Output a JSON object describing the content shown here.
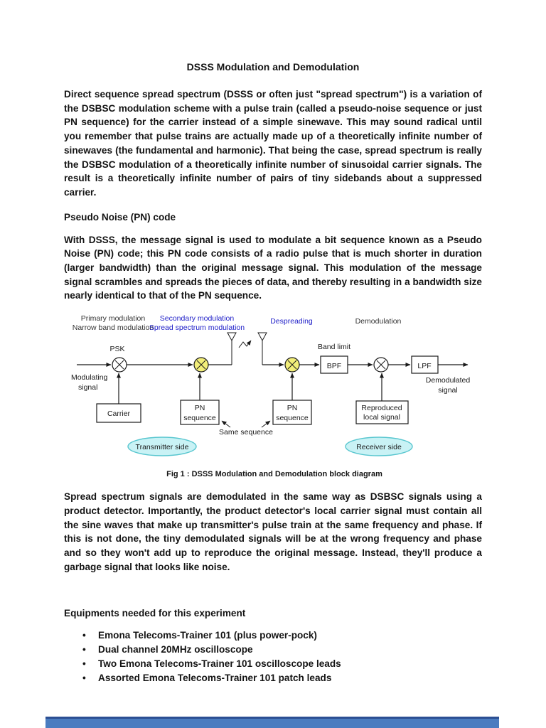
{
  "page": {
    "title": "DSSS Modulation and Demodulation",
    "paragraphs": {
      "intro": "Direct sequence spread spectrum (DSSS or often just \"spread spectrum\") is a variation of the DSBSC modulation scheme with a pulse train (called a pseudo-noise sequence or just PN sequence) for the carrier instead of a simple sinewave. This may sound radical until you remember that pulse trains are actually made up of a theoretically infinite number of sinewaves (the fundamental and harmonic). That being the case, spread spectrum is really the DSBSC modulation of a theoretically infinite number of sinusoidal carrier signals. The result is a theoretically infinite number of pairs of tiny sidebands about a suppressed carrier.",
      "pn_body": "With DSSS, the message signal is used to modulate a bit sequence known as a Pseudo Noise (PN) code; this PN code consists of a radio pulse that is much shorter in duration (larger bandwidth) than the original message signal. This modulation of the message signal scrambles and spreads the pieces of data, and thereby resulting in a bandwidth size nearly identical to that of the PN sequence.",
      "demod": "Spread spectrum signals are demodulated in the same way as DSBSC signals using a product detector. Importantly, the product detector's local carrier signal must contain all the sine waves that make up transmitter's pulse train at the same frequency and phase. If this is not done, the tiny demodulated signals will be at the wrong frequency and phase and so they won't add up to reproduce the original message. Instead, they'll produce a garbage signal that looks like noise."
    },
    "headings": {
      "pn": "Pseudo Noise (PN) code",
      "equipment": "Equipments needed for this experiment"
    },
    "figure": {
      "caption": "Fig 1 : DSSS Modulation and Demodulation block diagram",
      "labels": {
        "primary_1": "Primary modulation",
        "primary_2": "Narrow band modulation",
        "secondary_1": "Secondary modulation",
        "secondary_2": "Spread spectrum modulation",
        "despreading": "Despreading",
        "demodulation": "Demodulation",
        "psk": "PSK",
        "modulating_1": "Modulating",
        "modulating_2": "signal",
        "carrier": "Carrier",
        "pn_1a": "PN",
        "pn_1b": "sequence",
        "pn_2a": "PN",
        "pn_2b": "sequence",
        "same_sequence": "Same sequence",
        "band_limit": "Band limit",
        "bpf": "BPF",
        "reproduced_1": "Reproduced",
        "reproduced_2": "local signal",
        "lpf": "LPF",
        "demodulated_1": "Demodulated",
        "demodulated_2": "signal",
        "transmitter_side": "Transmitter side",
        "receiver_side": "Receiver side"
      }
    },
    "equipment_items": [
      "Emona Telecoms-Trainer 101 (plus power-pock)",
      "Dual channel 20MHz oscilloscope",
      "Two Emona Telecoms-Trainer 101 oscilloscope leads",
      "Assorted Emona Telecoms-Trainer 101 patch leads"
    ]
  },
  "colors": {
    "diagram-blue": "#2020c8",
    "multiplier-yellow": "#f2ee79",
    "ellipse-fill": "#c9f2f5",
    "ellipse-stroke": "#58c6cf",
    "bottombar-main": "#4a7cc0",
    "bottombar-edge": "#2c4f93"
  }
}
